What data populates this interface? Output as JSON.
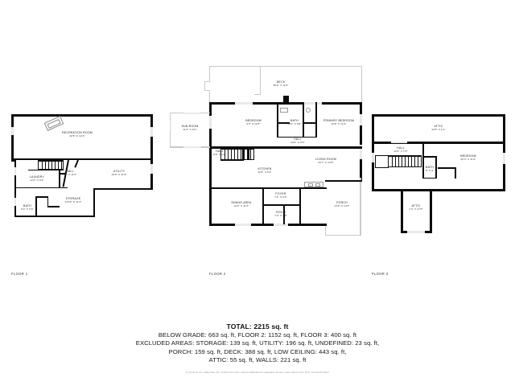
{
  "floors": [
    {
      "id": "floor-1",
      "label": "FLOOR 1",
      "rooms": [
        {
          "name": "RECREATION ROOM",
          "dim": "32'5\" X 12'4\""
        },
        {
          "name": "LAUNDRY",
          "dim": "12'0\" X 9'6\""
        },
        {
          "name": "HALL",
          "dim": "5'6\" X 11'5\""
        },
        {
          "name": "UTILITY",
          "dim": "16'8\" X 11'9\""
        },
        {
          "name": "BATH",
          "dim": "5'2\" X 5'3\""
        },
        {
          "name": "STORAGE",
          "dim": "13'10\" X 11'3\""
        }
      ]
    },
    {
      "id": "floor-2",
      "label": "FLOOR 2",
      "rooms": [
        {
          "name": "DECK",
          "dim": "35'0\" X 11'6\""
        },
        {
          "name": "BEDROOM",
          "dim": "9'3\" X 12'5\""
        },
        {
          "name": "BATH",
          "dim": "4'11\" X 8'8\""
        },
        {
          "name": "PRIMARY BEDROOM",
          "dim": "12'8\" X 12'4\""
        },
        {
          "name": "SUN ROOM",
          "dim": "11'4\" X 9'4\""
        },
        {
          "name": "HALL",
          "dim": "6'9\" X 3'2\""
        },
        {
          "name": "HALL",
          "dim": "10'4\" X 3'0\""
        },
        {
          "name": "KITCHEN",
          "dim": "12'5\" X 8'2\""
        },
        {
          "name": "LIVING ROOM",
          "dim": "20'7\" X 13'5\""
        },
        {
          "name": "DINING AREA",
          "dim": "12'6\" X 11'3\""
        },
        {
          "name": "FOYER",
          "dim": "7'4\" X 6'3\""
        },
        {
          "name": "ROOM",
          "dim": "7'0\" X 4'8\""
        },
        {
          "name": "PORCH",
          "dim": "13'2\" X 14'3\""
        }
      ]
    },
    {
      "id": "floor-3",
      "label": "FLOOR 3",
      "rooms": [
        {
          "name": "ATTIC",
          "dim": "32'5\" X 6'1\""
        },
        {
          "name": "HALL",
          "dim": "12'5\" X 7'6\""
        },
        {
          "name": "BEDROOM",
          "dim": "20'3\" X 11'6\""
        },
        {
          "name": "BATH",
          "dim": "8\" X 6'"
        },
        {
          "name": "ATTIC",
          "dim": "7'4\" X 17'5\""
        }
      ]
    }
  ],
  "summary": {
    "total": "TOTAL: 2215 sq. ft",
    "line1": "BELOW GRADE: 663 sq. ft, FLOOR 2: 1152 sq. ft, FLOOR 3: 400 sq. ft",
    "line2": "EXCLUDED AREAS: STORAGE: 139 sq. ft, UTILITY: 196 sq. ft, UNDEFINED: 23 sq. ft,",
    "line3": "PORCH: 159 sq. ft, DECK: 388 sq. ft, LOW CEILING: 443 sq. ft,",
    "line4": "ATTIC: 55 sq. ft, WALLS: 221 sq. ft",
    "disclaimer": "FLOOR PLAN CREATED BY CUBICASA APP. MEASUREMENTS DEEMED HIGHLY RELIABLE BUT NOT GUARANTEED"
  }
}
